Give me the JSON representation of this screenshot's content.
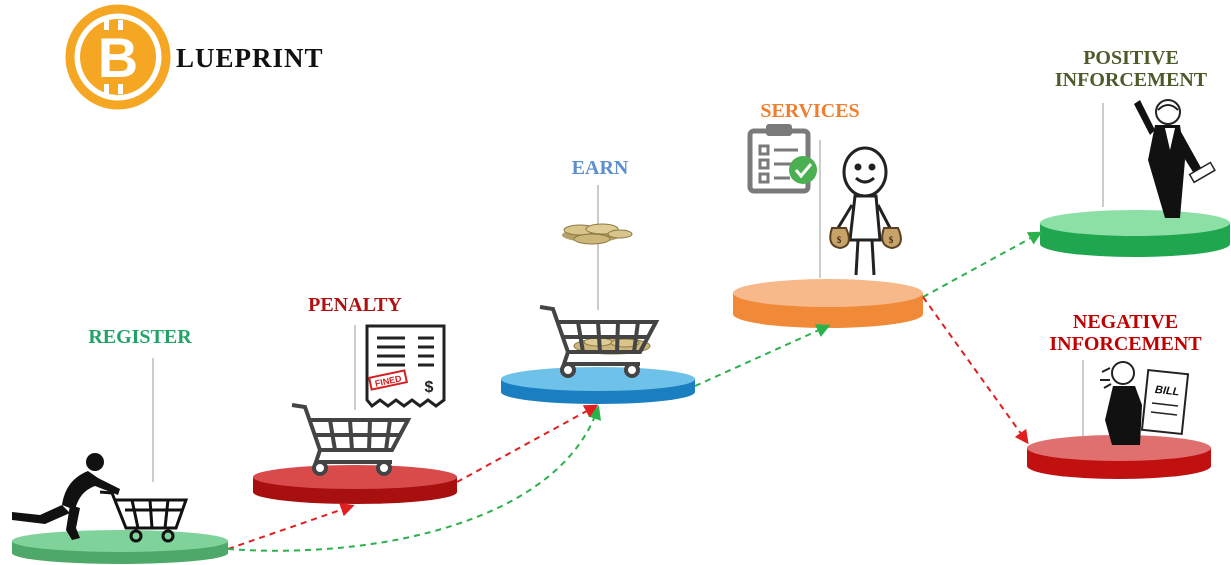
{
  "logo": {
    "text": "LUEPRINT",
    "glyph": "B"
  },
  "stages": {
    "register": {
      "label": "REGISTER"
    },
    "penalty": {
      "label": "PENALTY",
      "stamp": "FINED",
      "currency": "$"
    },
    "earn": {
      "label": "EARN"
    },
    "services": {
      "label": "SERVICES"
    },
    "positive": {
      "line1": "POSITIVE",
      "line2": "INFORCEMENT"
    },
    "negative": {
      "line1": "NEGATIVE",
      "line2": "INFORCEMENT",
      "sign": "BILL"
    }
  },
  "colors": {
    "register_label": "#21a366",
    "penalty_label": "#b01010",
    "earn_label": "#5b8fd0",
    "services_label": "#ef7f2e",
    "positive_label": "#4d5a2a",
    "negative_label": "#c00000",
    "green_arrow": "#2bb24c",
    "red_arrow": "#e02020",
    "logo_gold": "#f5a623"
  },
  "icons": [
    "bitcoin-logo-icon",
    "running-man-cart-icon",
    "receipt-icon",
    "shopping-cart-icon",
    "coins-icon",
    "checklist-icon",
    "stick-figure-icon",
    "money-bag-icon",
    "businessman-icon",
    "bill-man-icon"
  ]
}
